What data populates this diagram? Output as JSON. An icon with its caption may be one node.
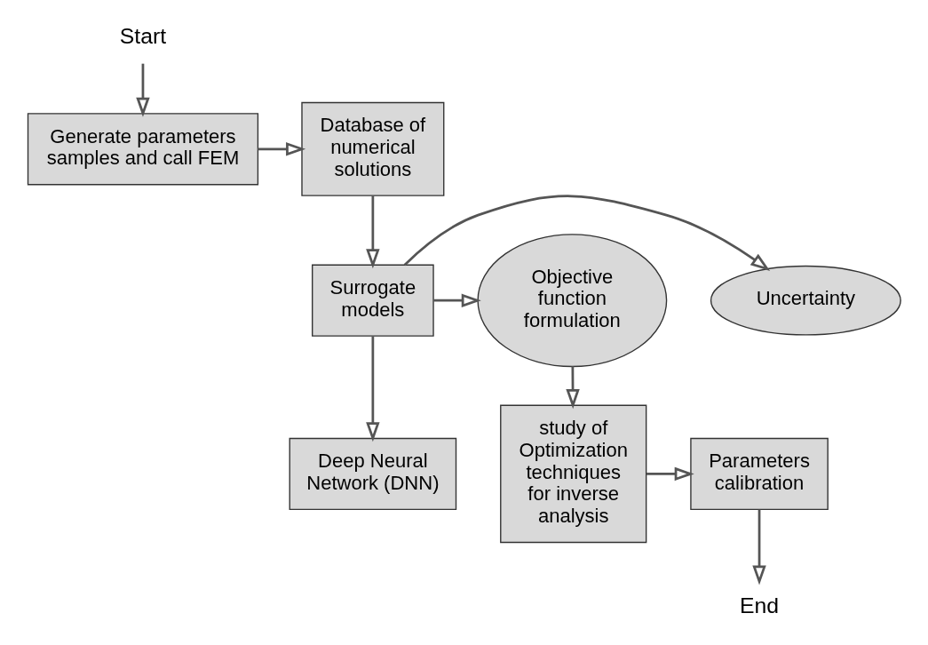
{
  "diagram": {
    "nodes": [
      {
        "text": [
          "Start"
        ]
      },
      {
        "text": [
          "Generate parameters samples and call FEM"
        ]
      },
      {
        "text": [
          "Database of numerical solutions"
        ]
      },
      {
        "text": [
          "Surrogate models"
        ]
      },
      {
        "text": [
          "Uncertainty"
        ]
      },
      {
        "text": [
          "Objective function formulation"
        ]
      },
      {
        "text": [
          "Deep Neural Network (DNN)"
        ]
      },
      {
        "text": [
          "study of Optimization techniques for inverse analysis"
        ]
      },
      {
        "text": [
          "Parameters calibration"
        ]
      },
      {
        "text": [
          "End"
        ]
      }
    ],
    "edges": [
      {
        "from": 0,
        "to": 1,
        "arrow": "to"
      },
      {
        "from": 1,
        "to": 2,
        "arrow": "to"
      },
      {
        "from": 2,
        "to": 3,
        "arrow": "to"
      },
      {
        "from": 3,
        "to": 4,
        "arrow": "to"
      },
      {
        "from": 3,
        "to": 5,
        "arrow": "to"
      },
      {
        "from": 3,
        "to": 6,
        "arrow": "to"
      },
      {
        "from": 5,
        "to": 7,
        "arrow": "to"
      },
      {
        "from": 7,
        "to": 8,
        "arrow": "to"
      },
      {
        "from": 8,
        "to": 9,
        "arrow": "to"
      }
    ]
  }
}
